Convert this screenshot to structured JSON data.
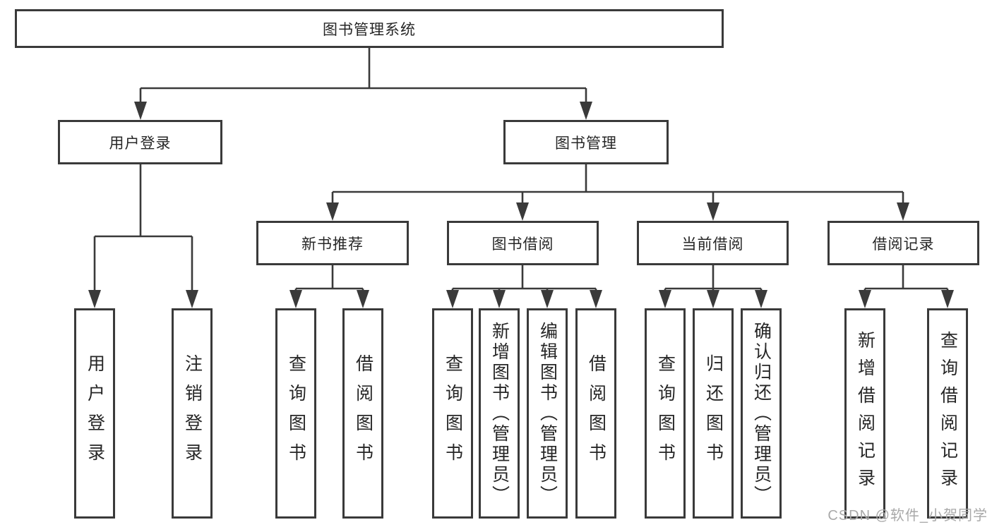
{
  "diagram": {
    "root": {
      "label": "图书管理系统"
    },
    "branches": [
      {
        "label": "用户登录",
        "children": [
          {
            "label": "用户登录"
          },
          {
            "label": "注销登录"
          }
        ]
      },
      {
        "label": "图书管理",
        "children": [
          {
            "label": "新书推荐",
            "children": [
              {
                "label": "查询图书"
              },
              {
                "label": "借阅图书"
              }
            ]
          },
          {
            "label": "图书借阅",
            "children": [
              {
                "label": "查询图书"
              },
              {
                "label": "新增图书（管理员）"
              },
              {
                "label": "编辑图书（管理员）"
              },
              {
                "label": "借阅图书"
              }
            ]
          },
          {
            "label": "当前借阅",
            "children": [
              {
                "label": "查询图书"
              },
              {
                "label": "归还图书"
              },
              {
                "label": "确认归还（管理员）"
              }
            ]
          },
          {
            "label": "借阅记录",
            "children": [
              {
                "label": "新增借阅记录"
              },
              {
                "label": "查询借阅记录"
              }
            ]
          }
        ]
      }
    ]
  },
  "watermark": {
    "text": "CSDN @软件_小贺同学"
  },
  "colors": {
    "line": "#3a3a3a",
    "box_border": "#3a3a3a",
    "text": "#262626",
    "background": "#ffffff",
    "watermark": "#a9a9a9"
  }
}
